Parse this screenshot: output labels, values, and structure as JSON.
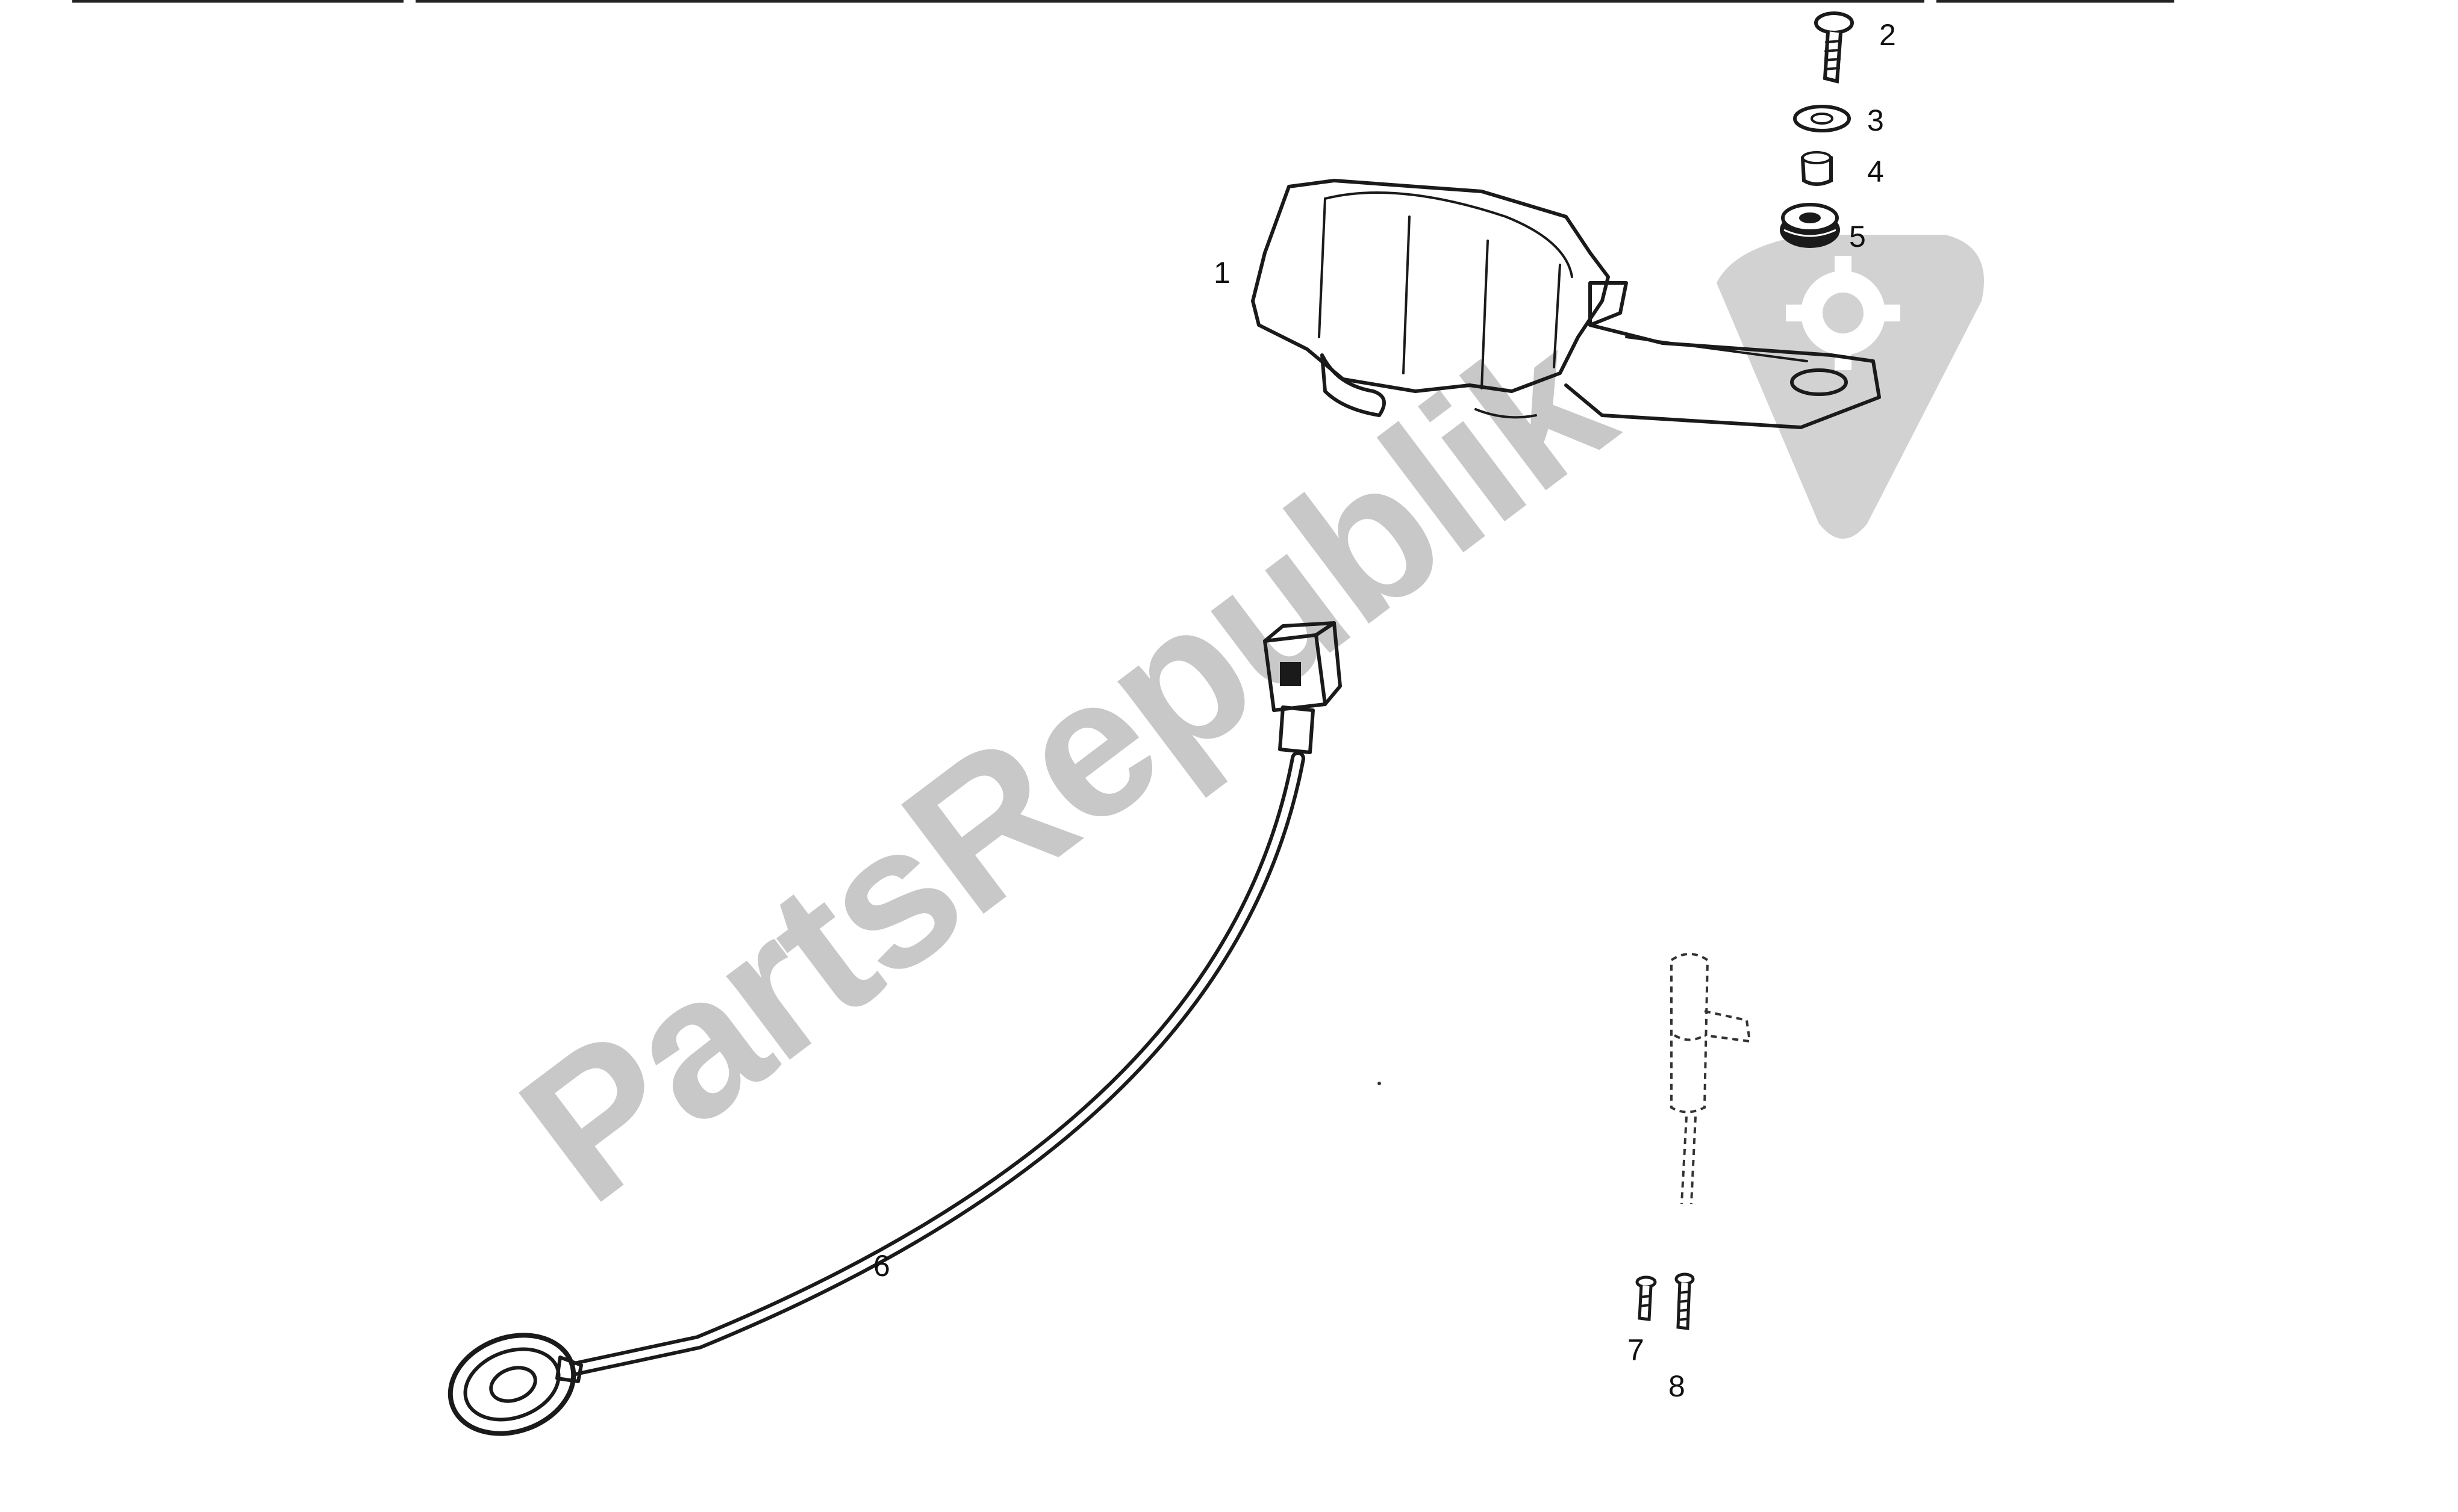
{
  "diagram": {
    "watermark_text": "PartsRepublik",
    "parts": [
      {
        "id": "part-1",
        "label": "1",
        "name": "instrument-cluster"
      },
      {
        "id": "part-2",
        "label": "2",
        "name": "screw"
      },
      {
        "id": "part-3",
        "label": "3",
        "name": "washer"
      },
      {
        "id": "part-4",
        "label": "4",
        "name": "spacer"
      },
      {
        "id": "part-5",
        "label": "5",
        "name": "rubber-grommet"
      },
      {
        "id": "part-6",
        "label": "6",
        "name": "speed-sensor-cable"
      },
      {
        "id": "part-7",
        "label": "7",
        "name": "screw-short"
      },
      {
        "id": "part-8",
        "label": "8",
        "name": "screw-long"
      }
    ]
  }
}
